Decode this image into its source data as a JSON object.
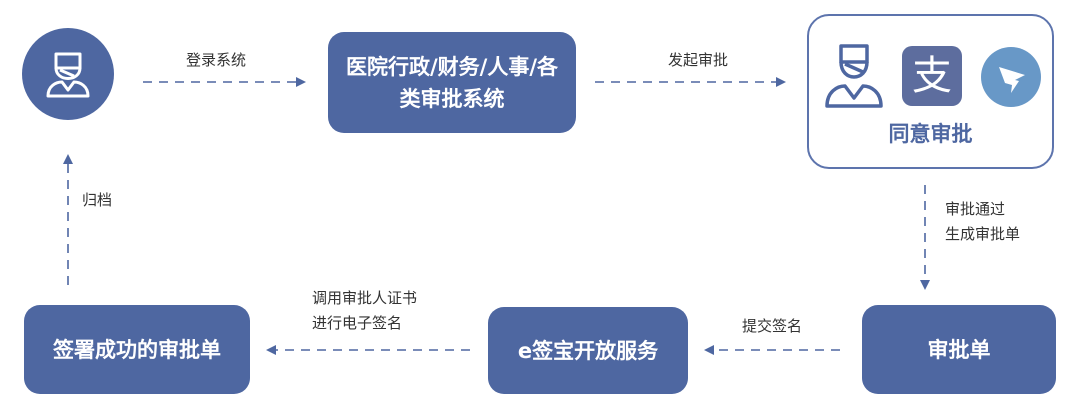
{
  "nodes": {
    "hr_system": "医院行政/财务/人事/各类审批系统",
    "approval_title": "同意审批",
    "alipay_glyph": "支",
    "approval_form": "审批单",
    "esign": "e签宝开放服务",
    "signed_form": "签署成功的审批单"
  },
  "edges": {
    "login": "登录系统",
    "initiate": "发起审批",
    "approved_line1": "审批通过",
    "approved_line2": "生成审批单",
    "submit_sign": "提交签名",
    "sign_line1": "调用审批人证书",
    "sign_line2": "进行电子签名",
    "archive": "归档"
  },
  "colors": {
    "primary": "#4e67a1",
    "dingtalk": "#6898c7",
    "alipay": "#5d6d9e"
  }
}
